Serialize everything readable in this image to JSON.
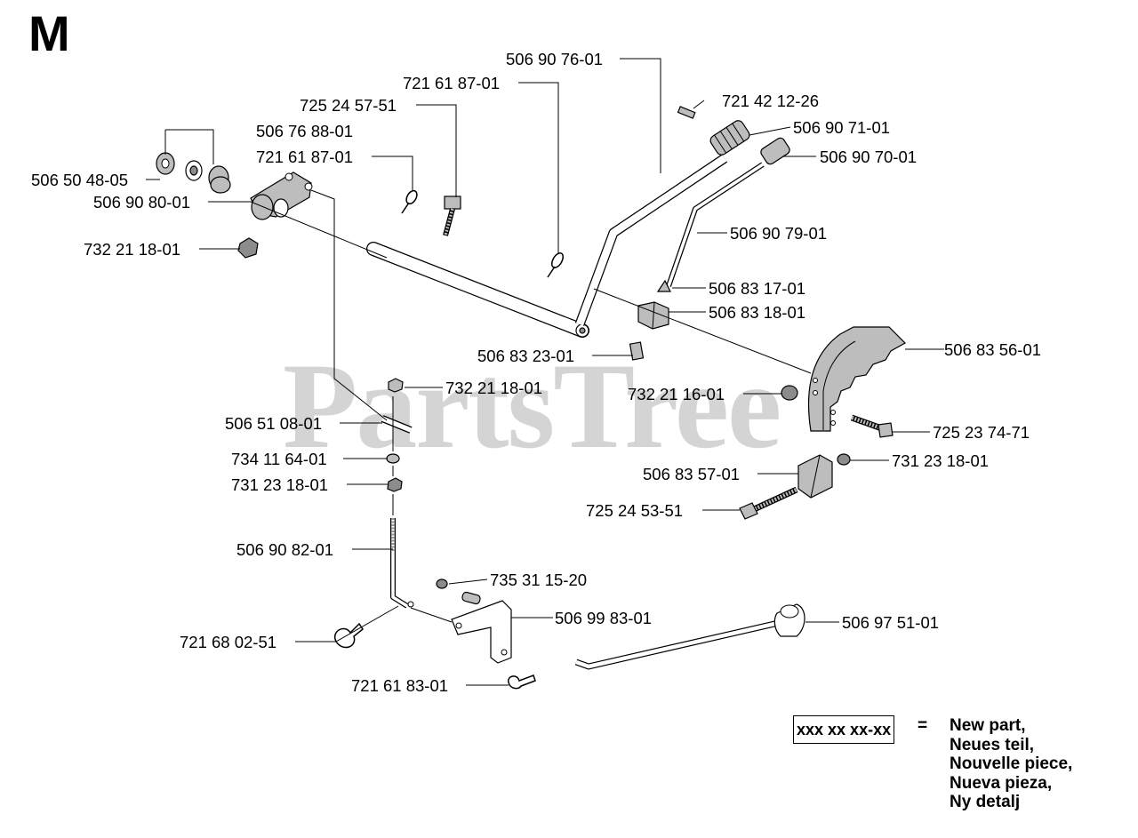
{
  "section_letter": "M",
  "watermark": "PartsTree",
  "labels": [
    {
      "id": "l1",
      "text": "506 90 76-01"
    },
    {
      "id": "l2",
      "text": "721 61 87-01"
    },
    {
      "id": "l3",
      "text": "721 42 12-26"
    },
    {
      "id": "l4",
      "text": "725 24 57-51"
    },
    {
      "id": "l5",
      "text": "506 90 71-01"
    },
    {
      "id": "l6",
      "text": "506 76 88-01"
    },
    {
      "id": "l7",
      "text": "506 90 70-01"
    },
    {
      "id": "l8",
      "text": "721 61 87-01"
    },
    {
      "id": "l9",
      "text": "506 50 48-05"
    },
    {
      "id": "l10",
      "text": "506 90 80-01"
    },
    {
      "id": "l11",
      "text": "506 90 79-01"
    },
    {
      "id": "l12",
      "text": "732 21 18-01"
    },
    {
      "id": "l13",
      "text": "506 83 17-01"
    },
    {
      "id": "l14",
      "text": "506 83 18-01"
    },
    {
      "id": "l15",
      "text": "506 83 56-01"
    },
    {
      "id": "l16",
      "text": "506 83 23-01"
    },
    {
      "id": "l17",
      "text": "732 21 18-01"
    },
    {
      "id": "l18",
      "text": "732 21 16-01"
    },
    {
      "id": "l19",
      "text": "506 51 08-01"
    },
    {
      "id": "l20",
      "text": "725 23 74-71"
    },
    {
      "id": "l21",
      "text": "734 11 64-01"
    },
    {
      "id": "l22",
      "text": "731 23 18-01"
    },
    {
      "id": "l23",
      "text": "731 23 18-01"
    },
    {
      "id": "l24",
      "text": "506 83 57-01"
    },
    {
      "id": "l25",
      "text": "725 24 53-51"
    },
    {
      "id": "l26",
      "text": "506 90 82-01"
    },
    {
      "id": "l27",
      "text": "735 31 15-20"
    },
    {
      "id": "l28",
      "text": "506 99 83-01"
    },
    {
      "id": "l29",
      "text": "506 97 51-01"
    },
    {
      "id": "l30",
      "text": "721 68 02-51"
    },
    {
      "id": "l31",
      "text": "721 61 83-01"
    }
  ],
  "legend": {
    "box_text": "xxx xx xx-xx",
    "equals": "=",
    "lines": [
      "New part,",
      "Neues teil,",
      "Nouvelle piece,",
      "Nueva pieza,",
      "Ny detalj"
    ]
  }
}
